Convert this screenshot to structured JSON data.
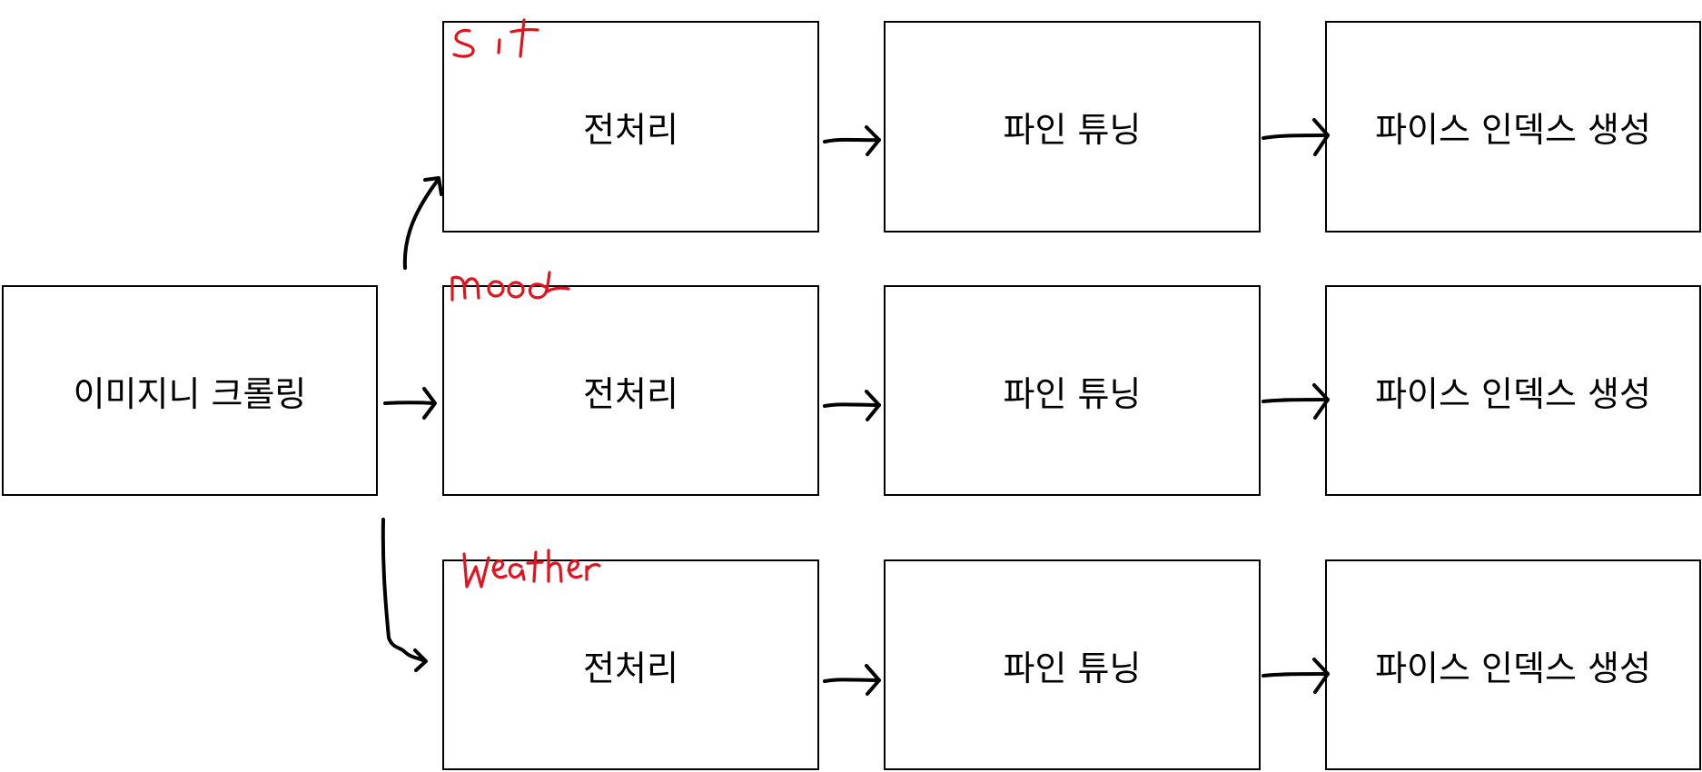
{
  "diagram": {
    "source": {
      "label": "이미지니 크롤링"
    },
    "rows": [
      {
        "category": "sit",
        "steps": [
          "전처리",
          "파인 튜닝",
          "파이스 인덱스 생성"
        ]
      },
      {
        "category": "mood",
        "steps": [
          "전처리",
          "파인 튜닝",
          "파이스 인덱스 생성"
        ]
      },
      {
        "category": "weather",
        "steps": [
          "전처리",
          "파인 튜닝",
          "파이스 인덱스 생성"
        ]
      }
    ],
    "colors": {
      "box_border": "#000000",
      "arrow": "#000000",
      "handwriting": "#e0141f"
    }
  }
}
